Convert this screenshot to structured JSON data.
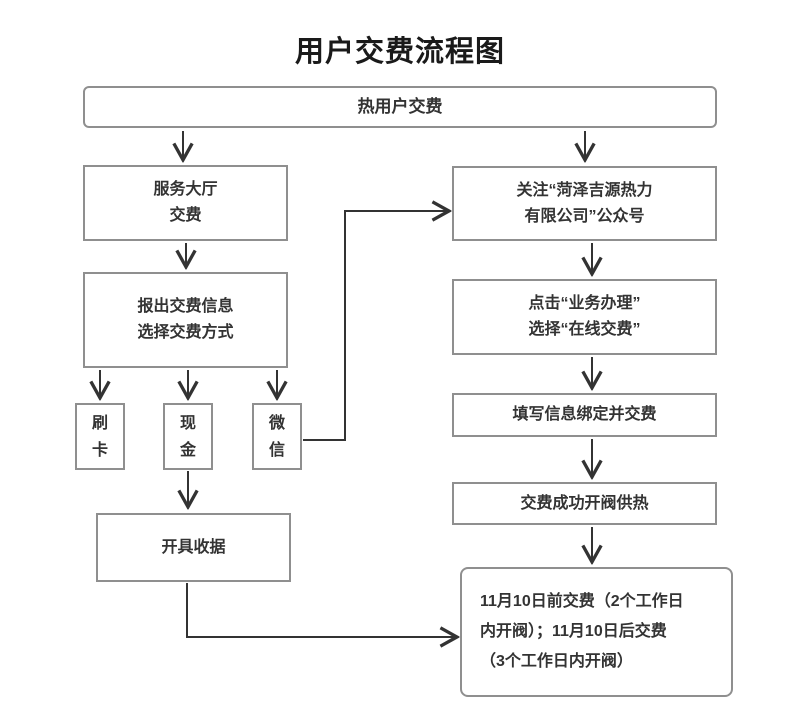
{
  "title": "用户交费流程图",
  "colors": {
    "box_border": "#8f8f8f",
    "arrow": "#333333",
    "text": "#333333",
    "background": "#ffffff"
  },
  "nodes": {
    "root": {
      "label": "热用户交费"
    },
    "service_hall": {
      "lines": [
        "服务大厅",
        "交费"
      ]
    },
    "report_info": {
      "lines": [
        "报出交费信息",
        "选择交费方式"
      ]
    },
    "card": {
      "lines": [
        "刷",
        "卡"
      ]
    },
    "cash": {
      "lines": [
        "现",
        "金"
      ]
    },
    "wechat": {
      "lines": [
        "微",
        "信"
      ]
    },
    "receipt": {
      "label": "开具收据"
    },
    "follow_official": {
      "lines": [
        "关注“菏泽吉源热力",
        "有限公司”公众号"
      ]
    },
    "click_service": {
      "lines": [
        "点击“业务办理”",
        "选择“在线交费”"
      ]
    },
    "fill_info": {
      "label": "填写信息绑定并交费"
    },
    "pay_success": {
      "label": "交费成功开阀供热"
    },
    "deadline_note": {
      "lines": [
        "11月10日前交费（2个工作日",
        "内开阀）；11月10日后交费",
        "（3个工作日内开阀）"
      ]
    }
  }
}
